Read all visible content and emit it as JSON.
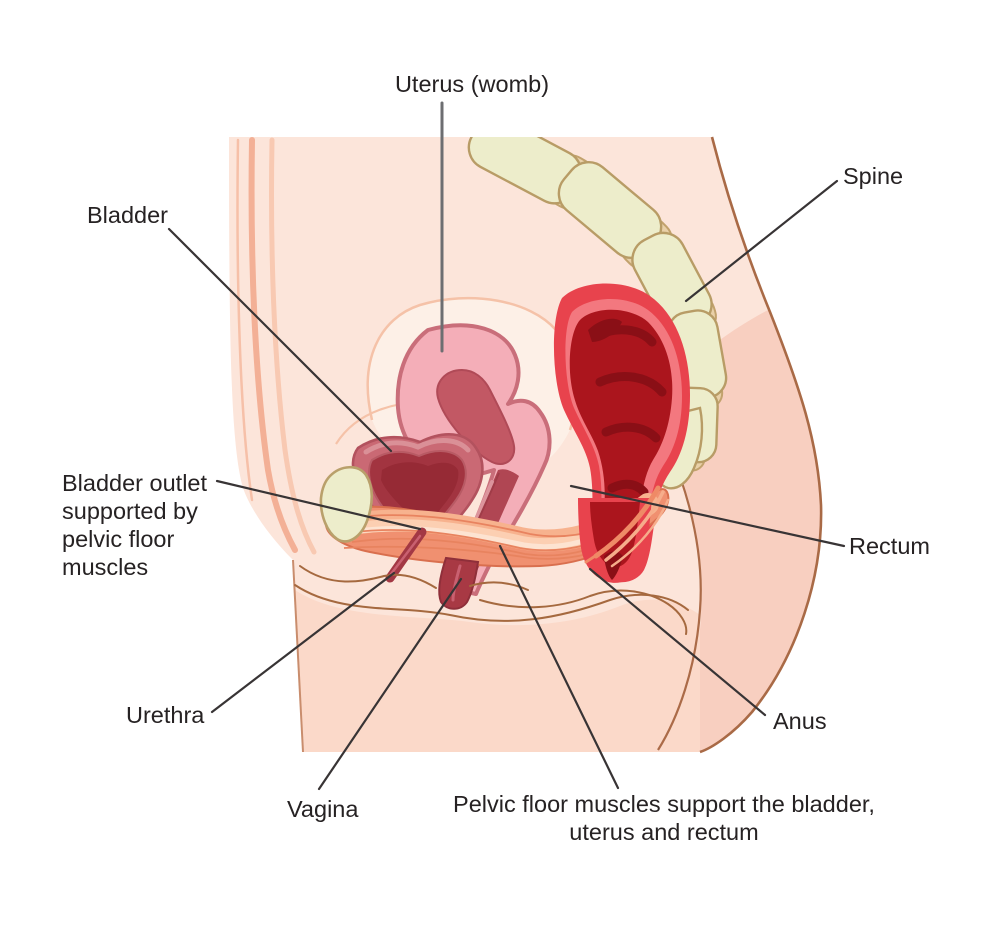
{
  "diagram": {
    "subject": "Female pelvic floor anatomy, side cross-section"
  },
  "labels": {
    "uterus": {
      "text": "Uterus (womb)"
    },
    "spine": {
      "text": "Spine"
    },
    "bladder": {
      "text": "Bladder"
    },
    "bladder_outlet": {
      "lines": [
        "Bladder outlet",
        "supported by",
        "pelvic floor",
        "muscles"
      ]
    },
    "urethra": {
      "text": "Urethra"
    },
    "vagina": {
      "text": "Vagina"
    },
    "anus": {
      "text": "Anus"
    },
    "rectum": {
      "text": "Rectum"
    },
    "caption": {
      "lines": [
        "Pelvic floor muscles support the bladder,",
        "uterus and rectum"
      ]
    }
  },
  "colors": {
    "background": "#ffffff",
    "body": "#fce5da",
    "body_outline": "#a96a46",
    "buttock_shade": "#f8cfc0",
    "thigh_shade": "#fbd9c9",
    "abdomen_stripe": "#f3b096",
    "bone": "#ededcb",
    "bone_stroke": "#b89c66",
    "disc": "#e9d0a8",
    "halo": "#f5c2a8",
    "halo_fill": "#fdf0e7",
    "rectum": "#e8434d",
    "rectum_rim": "#f3787f",
    "rectum_interior": "#ab151d",
    "rectum_dark": "#8a0f16",
    "uterus": "#f4aeb8",
    "uterus_stroke": "#c96e7a",
    "uterus_cavity": "#c25864",
    "vagina_canal": "#b04653",
    "bladder_wall": "#ca6974",
    "bladder_interior": "#a23440",
    "muscle": "#f09070",
    "muscle_stroke": "#d96f4e",
    "muscle_light": "#f7b28e",
    "muscle_lighter": "#fccfb2",
    "perineum_line": "#a5693f",
    "label_text": "#262223",
    "leader_line": "#383435",
    "uterus_leader": "#6d6e71"
  }
}
